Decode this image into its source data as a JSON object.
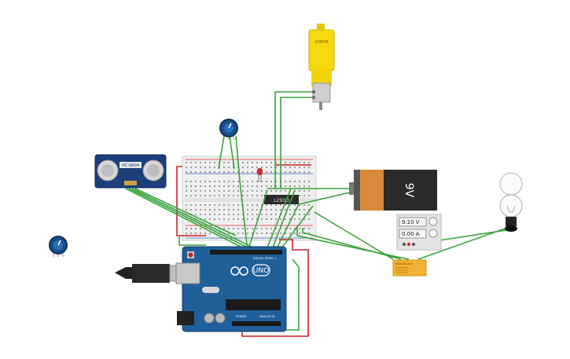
{
  "motor": {
    "label": "20RPM"
  },
  "ultrasonic": {
    "label": "HC-SR04"
  },
  "battery": {
    "label": "9V"
  },
  "driver_chip": {
    "label": "L293D"
  },
  "power_supply": {
    "voltage": "9.10 V",
    "current": "0.00 A"
  },
  "relay": {
    "label": "KS2E-M-DC5"
  },
  "arduino": {
    "logo": "UNO",
    "digital_label": "DIGITAL (PWM~)",
    "power_label": "POWER",
    "analog_label": "ANALOG IN"
  },
  "icons": [
    "potentiometer-icon",
    "light-bulb-icon",
    "usb-plug-icon",
    "arduino-infinity-logo-icon"
  ],
  "colors": {
    "wire_green": "#3aa33a",
    "wire_red": "#cc2222",
    "arduino_blue": "#1f5f9a",
    "motor_yellow": "#f5d90a",
    "battery_orange": "#d9893a",
    "sensor_blue": "#1b3f7a",
    "relay_orange": "#f2b233"
  }
}
